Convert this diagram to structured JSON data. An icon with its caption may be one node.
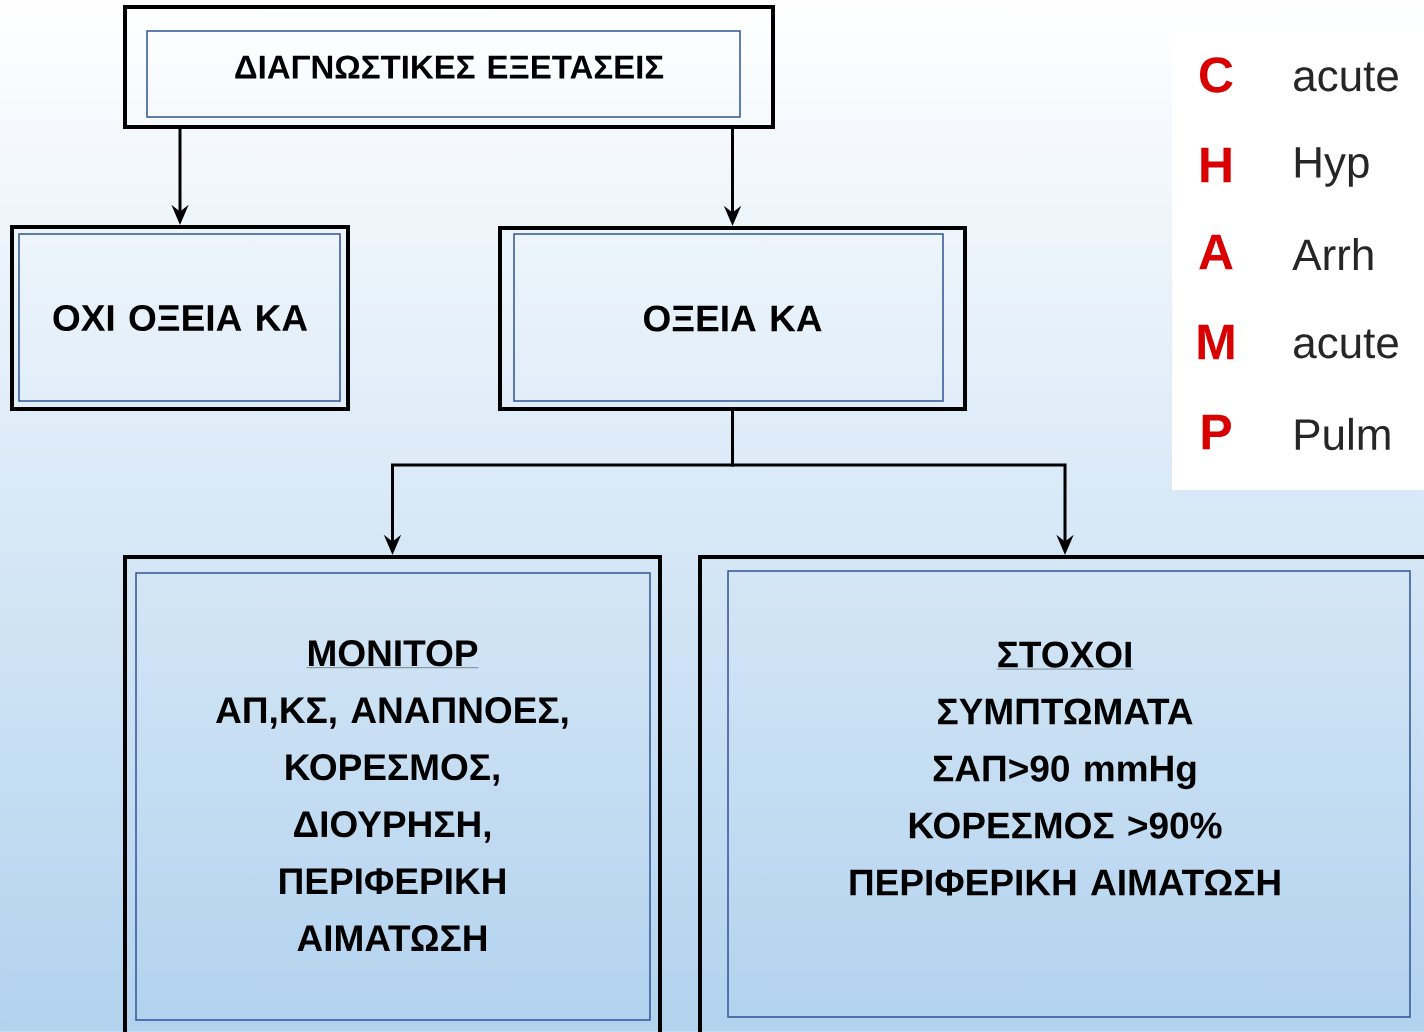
{
  "diagram": {
    "nodes": [
      {
        "text": [
          "ΔΙΑΓΝΩΣΤΙΚΕΣ ΕΞΕΤΑΣΕΙΣ"
        ]
      },
      {
        "text": [
          "ΟΧΙ ΟΞΕΙΑ ΚΑ"
        ]
      },
      {
        "text": [
          "ΟΞΕΙΑ ΚΑ"
        ]
      },
      {
        "text": [
          "ΜΟΝΙΤΟΡ",
          "ΑΠ,ΚΣ, ΑΝΑΠΝΟΕΣ, ΚΟΡΕΣΜΟΣ, ΔΙΟΥΡΗΣΗ, ΠΕΡΙΦΕΡΙΚΗ ΑΙΜΑΤΩΣΗ"
        ]
      },
      {
        "text": [
          "ΣΤΟΧΟΙ",
          "ΣΥΜΠΤΩΜΑΤΑ",
          "ΣΑΠ>90 mmHg",
          "ΚΟΡΕΣΜΟΣ >90%",
          "ΠΕΡΙΦΕΡΙΚΗ ΑΙΜΑΤΩΣΗ"
        ]
      }
    ],
    "edges": [
      {
        "from": 0,
        "to": 1,
        "arrow": "to"
      },
      {
        "from": 0,
        "to": 2,
        "arrow": "to"
      },
      {
        "from": 2,
        "to": 3,
        "arrow": "to"
      },
      {
        "from": 2,
        "to": 4,
        "arrow": "to"
      }
    ],
    "labels": [
      "C",
      "acute",
      "H",
      "Hyp",
      "A",
      "Arrh",
      "M",
      "acute",
      "P",
      "Pulm"
    ]
  }
}
